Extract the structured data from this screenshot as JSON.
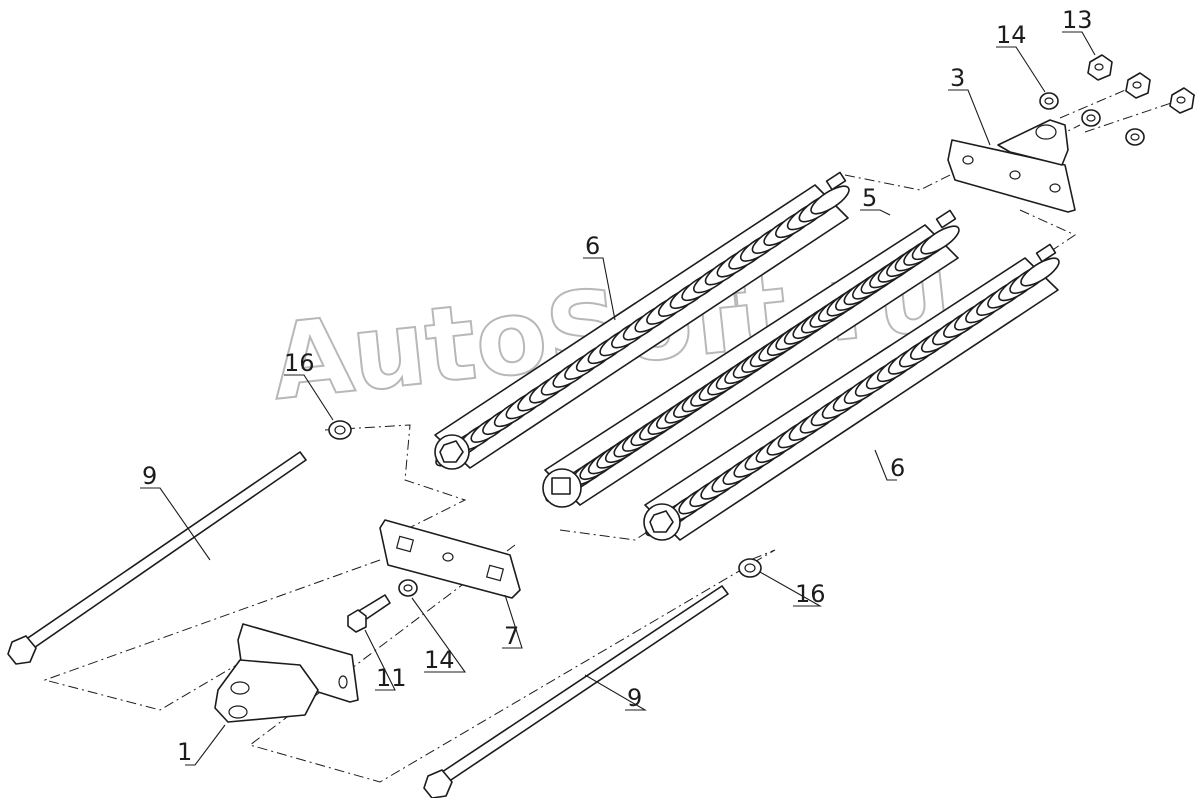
{
  "watermark": {
    "line1": "AutoSoft.ru"
  },
  "callouts": {
    "c1": "1",
    "c3": "3",
    "c5": "5",
    "c6a": "6",
    "c6b": "6",
    "c7": "7",
    "c9a": "9",
    "c9b": "9",
    "c11": "11",
    "c13": "13",
    "c14a": "14",
    "c14b": "14",
    "c16a": "16",
    "c16b": "16"
  },
  "colors": {
    "line": "#1c1c1c",
    "watermark": "#b8b8b8",
    "background": "#ffffff"
  }
}
